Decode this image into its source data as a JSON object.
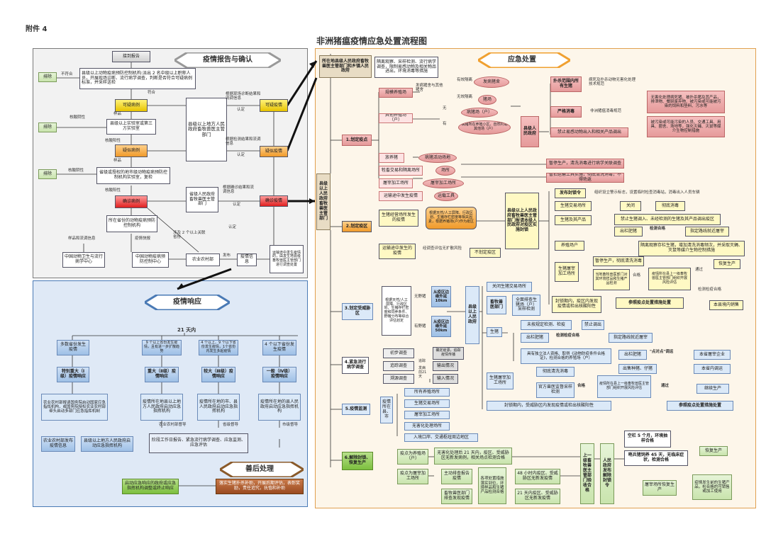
{
  "header": {
    "attachment": "附件 4",
    "title": "非洲猪瘟疫情应急处置流程图"
  },
  "section_titles": {
    "report": "疫情报告与确认",
    "emergency": "应急处置",
    "response": "疫情响应",
    "aftermath": "善后处理"
  },
  "report": {
    "receive": "接到报告",
    "exclude1": "排除",
    "exclude2": "排除",
    "exclude3": "排除",
    "county_center": "县级以上动物疫病预防控制机构:派出 2 名中级以上职称人员，开展现场诊断、流行病学调查，判断是否符合可疑病例标准，并采样送检",
    "not_match": "不符合",
    "match": "符合",
    "suspected_case": "可疑病例",
    "sample1": "样品",
    "county_lab": "县级以上实验室或第三方实验室",
    "neg1": "核酸阴性",
    "pos1": "核酸阳性",
    "likely_case": "疑似病例",
    "sample2": "样品",
    "provincial_lab": "省级或授权的地市级动物疫病预防控制机构实验室，复检",
    "neg2": "核酸阴性",
    "pos2": "核酸阳性",
    "confirmed_case": "确诊病例",
    "county_gov_dept": "县级以上地方人民政府畜牧兽医主管部门",
    "note_suspect": "根据现场诊断结果和流调信息",
    "note_likely": "根据检测结果和流调信息",
    "confirm1": "认定",
    "confirm2": "认定",
    "status_suspect": "可疑疫情",
    "status_likely": "疑似疫情",
    "prov_gov_dept": "省级人民政府畜牧兽医主管部门",
    "note_confirm": "根据确诊结果和流调信息",
    "confirm3": "认定",
    "status_confirmed": "确诊疫情",
    "confirm4": "认定",
    "prov_center": "所在省份的动物疫病预防控制机构",
    "samples_info": "样品和流调信息",
    "quick_report": "疫情快报",
    "china_center": "中国动物卫生与流行病学中心",
    "china_control": "中国动物疫病预防控制中心",
    "multi_province": "涉及 2 个以上关联省份",
    "moa": "农业农村部",
    "publish": "发布",
    "info": "疫情信息",
    "info_note": "运输途中发生疫情的，由发生地县级畜牧兽医主管部门进行调查处置"
  },
  "emergency": {
    "authority": "所在地县级人民政府畜牧兽医主管部门和乡镇人民政府",
    "isolate_note": "隔离观察、采样检测、流行病学调查，限制易感动物及相关物品进出，环境消毒等措施",
    "county_gov_vet": "县级以上人民政府畜牧兽医主管部门",
    "s1": "1.划定疫点",
    "farm": "规模养殖场",
    "farm_a": "发病猪舍与其他猪舍",
    "farm_b": "有效隔离",
    "farm_c": "无效隔离",
    "pig_house": "发病猪舍",
    "pig_farm": "猪场",
    "other_farm": "其他养殖场（户）",
    "no_sep": "无",
    "with_sep": "有",
    "sick_household": "病猪场（户）",
    "households": "病猪所在养殖小区、自然村或其他场（户）",
    "slaughter": "放养猪",
    "activity": "病猪活动场地",
    "market": "牲畜交易和隔离场所",
    "site": "场所",
    "slaughterhouse": "屠宰加工场所",
    "slaughter_site": "屠宰加工场所",
    "transport": "运输途中发生疫情",
    "vehicle": "运载工具",
    "county_gov": "县级人民政府",
    "disposal_title": "扑杀范围内所有生猪",
    "disposal_note": "病死及扑杀动物无害化处理技术规范",
    "harmless": "无害化处理病死猪、被扑杀猪及其产品，排泄物、餐厨废弃物、被污染或可能被污染的饲料和垫料、污水等",
    "disinfect_title": "严格消毒",
    "disinfect_note": "非洲猪瘟消毒规范",
    "disinfect": "被污染或可能污染的人员、交通工具、用具、圈舍、场地等，强化灭蝇、灭鼠等媒介生物控制措施",
    "ban": "禁止易感动物出入和相关产品调出",
    "stop_slaughter": "暂停生产，清洗消毒进行病学关联调查",
    "clean_vehicle": "暂扣运输工具实施，彻底清洗消毒，不得劝返",
    "s2": "2.划定疫区",
    "zone_src": "生猪经营场所发生的疫情",
    "zone_note": "根据天然/人工屏障、行政区划、生猪存栏密度等相关因素，根据养猪场(户)作为疫区",
    "zone_transport": "运输途中发生的疫情",
    "zone_transport_note": "经调查评估无扩散风险",
    "no_zone": "不划定疫区",
    "county_order": "县级以上人民政府畜牧兽医主管部门报请本级人民政府对疫区实施封锁",
    "seal": "发布封锁令",
    "seal_note": "组织设立警示标志，设置临时检查消毒站，消毒出入人员车辆",
    "market_z": "生猪交易场所",
    "close": "关闭",
    "clean": "彻底消毒",
    "products": "生猪及其产品",
    "ban_pigs": "禁止生猪调入、未经检测的生猪及其产品调出疫区",
    "farms_z": "养殖场户",
    "out_pigs": "出栏肥猪",
    "qualified": "检测合格",
    "designated": "指定路线就近屠宰",
    "isolate": "隔离观察存栏生猪，增加清洗消毒频次，并采取灭蝇、灭鼠等媒介生物控制措施",
    "slaughter_z": "生猪屠宰加工场所",
    "stop_z": "暂停生产，彻底清洗消毒",
    "local_test": "当地畜牧兽医部门对其环境样品和生猪产品检测",
    "pass1": "合格",
    "assess": "疫情所在县上一级畜牧兽医主管部门组织开展风险评估",
    "pass2": "通过",
    "resume1": "恢复生产",
    "sale_z": "检测检疫合格",
    "sale_local": "本县境内销售",
    "seal_period": "封锁期内，疫区内发现疫情或检出核酸阳性",
    "ref_site": "参照疫点处置措施处置",
    "s3": "3.划定受威胁区",
    "threat_note": "根据天然/人工屏障、行政区划、生猪存栏密度和饲养条件、野猪分布等综合评估划定",
    "no_wild": "无野猪",
    "wild": "有野猪",
    "threat_a": "从疫区边缘外延 10km",
    "threat_b": "从疫区边缘外延 50km",
    "county_gov2": "县级以上人民政府",
    "close_market": "关闭生猪交易场所",
    "vet_dept": "畜牧兽医部门",
    "survey": "全面排查生猪场（户）采样检测",
    "pigs_t": "生猪",
    "unqualified": "未按规定检测、检疫",
    "ban_move": "禁止调出",
    "out_t": "出栏肥猪",
    "pass_t": "检测检疫合格",
    "route_t": "指定路线就近屠宰",
    "sale_note": "具有独立法人资格、取得《动物防疫条件合格证》，检测合格的养殖场（户）",
    "out_t2": "出栏肥猪",
    "point_to_point": "\"点对点\"调运",
    "province_slaughter": "本省屠宰企业",
    "piglets": "出售种猪、仔猪",
    "county_move": "本省内调运",
    "slaughter_t": "生猪屠宰加工场所",
    "clean_t": "彻底清洗消毒",
    "official_test": "官方兽医监督采样检测",
    "pass_t2": "合格",
    "assess_t": "疫情所在县上一级畜牧兽医主管部门组织开展风险评估",
    "pass_t3": "通过",
    "resume_t": "继续生产",
    "seal_t": "封锁期内，受威胁区内发现疫情或检出核酸阳性",
    "ref_t": "参照疫点处置措施处置",
    "s4": "4.紧急流行病学调查",
    "initial": "初步调查",
    "initial_note": "确定疫源，追踪疫情传播",
    "tracking": "追踪调查",
    "trace_label": "追踪",
    "tracking_out": "输出情况",
    "trace_in": "溯源调查",
    "trace_days": "发病前21天",
    "input": "输入情况",
    "s5": "5.疫情监测",
    "monitor_src": "疫情所在县、市",
    "m1": "所有养殖场所",
    "m2": "生猪交易场所",
    "m3": "屠宰加工场所",
    "m4": "无害化处理场所",
    "m5": "入境口岸、交通枢纽周边地区",
    "s6": "6.解除封锁、恢复生产",
    "r_site": "疫点为养殖场（户）",
    "r_site_cond": "无害化处理后 21 天内，疫区、受威胁区无新发病例，相关场点检测合格",
    "r_slaughter": "疫点为屠宰加工场所",
    "r_main": "主动排查报告疫情",
    "r_full": "各项处置措施落实到位，环境样品和生猪产品检测合格",
    "r_delay": "畜牧兽医部门排查发现疫情",
    "r_48": "48 小时内疫区、受威胁区无新发疫情",
    "r_21": "21 天内疫区、受威胁区无新发疫情",
    "r_auth": "上一级畜牧兽医主管部门验收合格",
    "r_gov": "人民政府发布解除封锁令",
    "sentinel": "空栏 5 个月，环境抽样合格",
    "sentinel2": "哨兵猪饲养 45 天，无临床症状，检测合格",
    "resume_farm": "恢复生产",
    "resume_slaughter": "屠宰场所恢复生产",
    "limit_note": "疫情发生前的生猪产品，检合格的可销售或加工使用"
  },
  "response": {
    "days": "21 天内",
    "levels": [
      {
        "desc": "多数省份发生疫情",
        "level": "特别重大（Ⅰ级）疫情响应",
        "action": "农业农村部报请国务院启动国家应急指挥机构，或国务院授权农业农村部牵头启动多部门应急指挥机制"
      },
      {
        "desc": "9 个以上省份发生疫情，且有进一步扩散趋势",
        "level": "重大（Ⅱ级）疫情响应",
        "action": "疫情所在地县以上地方人民政府启动应急指挥机构"
      },
      {
        "desc": "4 个以上、9 个以下省份发生疫情，1个省份内发生多起疫情",
        "level": "较大（Ⅲ级）疫情响应",
        "action": "疫情所在地的市、县人民政府启动应急指挥机构"
      },
      {
        "desc": "4 个以下省份发生疫情",
        "level": "一般（Ⅳ级）疫情响应",
        "action": "疫情所在地的县人民政府启动应急指挥机构"
      }
    ],
    "sup1": "农业农村部督导",
    "sup2": "省级督导",
    "sup3": "市级督导",
    "moa_check": "农业农村部发布疫情信息",
    "county_stop": "县级以上地方人民政府启动应急指挥机构",
    "track_note": "阶段工作日报告、紧急流行病学调查、应急监测、应急评估",
    "final": "启动应急响应的政府或应急指挥机构调整或终止响应",
    "aftermath_note": "落实生猪扑杀补助，开展后期评估，表彰奖励，责任追究，抚恤和补助"
  }
}
